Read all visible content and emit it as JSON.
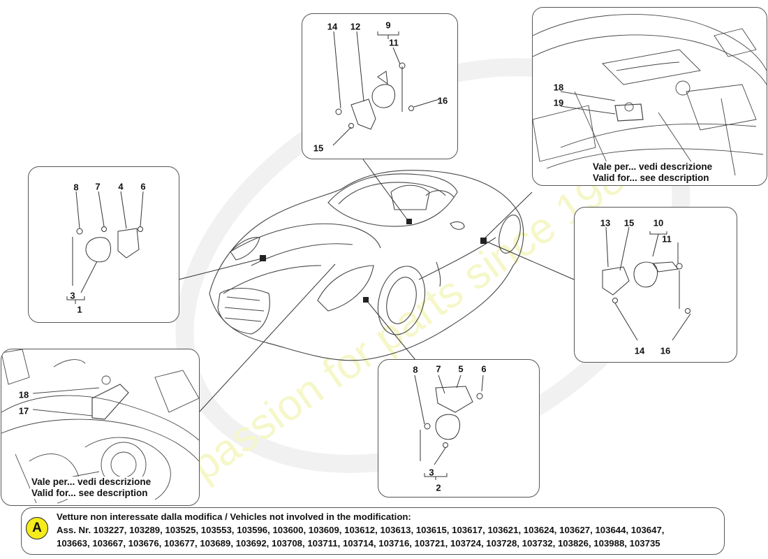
{
  "panels": {
    "top_center": {
      "labels": [
        "14",
        "12",
        "9",
        "11",
        "16",
        "15"
      ]
    },
    "left": {
      "labels": [
        "8",
        "7",
        "4",
        "6",
        "3",
        "1"
      ]
    },
    "top_right": {
      "labels": [
        "18",
        "19"
      ],
      "note_it": "Vale per... vedi descrizione",
      "note_en": "Valid for... see description"
    },
    "right": {
      "labels": [
        "13",
        "15",
        "10",
        "11",
        "14",
        "16"
      ]
    },
    "bottom_left": {
      "labels": [
        "18",
        "17"
      ],
      "note_it": "Vale per... vedi descrizione",
      "note_en": "Valid for... see description"
    },
    "bottom_center": {
      "labels": [
        "8",
        "7",
        "5",
        "6",
        "3",
        "2"
      ]
    }
  },
  "footnote": {
    "badge": "A",
    "line1": "Vetture non interessate dalla modifica / Vehicles not involved in the modification:",
    "line2": "Ass. Nr. 103227, 103289, 103525, 103553, 103596, 103600, 103609, 103612, 103613, 103615, 103617, 103621, 103624, 103627, 103644, 103647,",
    "line3": "103663, 103667, 103676, 103677, 103689, 103692, 103708, 103711, 103714, 103716, 103721, 103724, 103728, 103732, 103826, 103988, 103735"
  },
  "watermark": {
    "text": "a passion for parts since 1985",
    "color": "#e8ef9a"
  },
  "colors": {
    "badge": "#f5ec1a",
    "stroke": "#333333"
  }
}
